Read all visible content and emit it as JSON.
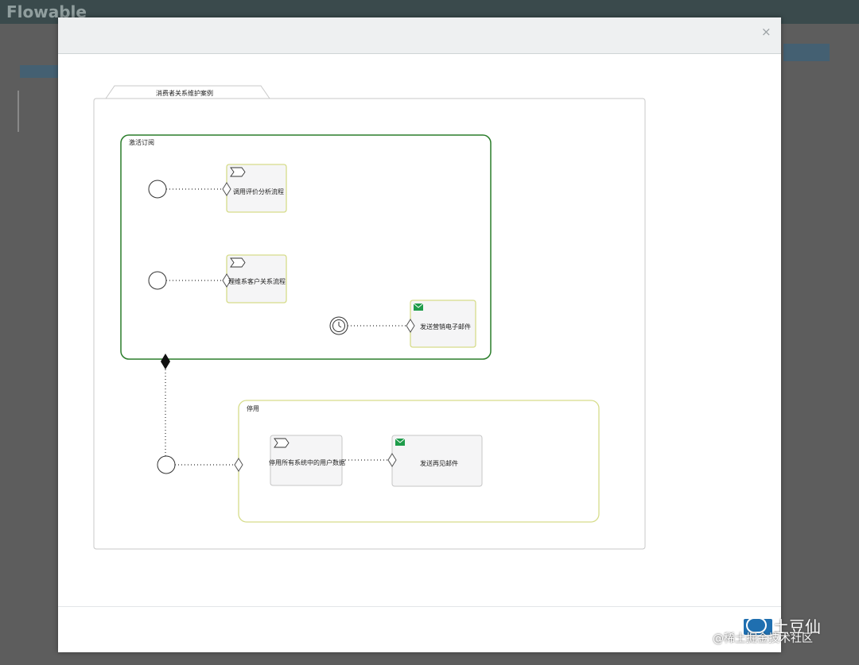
{
  "app": {
    "logo": "Flowable",
    "nav": [
      "",
      ""
    ],
    "user_menu": "",
    "left_title": "",
    "left_button": "",
    "right_button": ""
  },
  "modal": {
    "close_label": "×",
    "footer_button": ""
  },
  "diagram": {
    "case_plan_model": "消费者关系维护案例",
    "stages": [
      {
        "id": "stage-activate",
        "label": "激活订阅",
        "color": "#2a7d2a"
      },
      {
        "id": "stage-deactivate",
        "label": "停用",
        "color": "#d6dc8a"
      }
    ],
    "tasks": [
      {
        "id": "task-eval",
        "label": "调用评价分析流程",
        "type": "process-task"
      },
      {
        "id": "task-maintain",
        "label": "理维系客户关系流程",
        "type": "process-task"
      },
      {
        "id": "task-mail-marketing",
        "label": "发送营销电子邮件",
        "type": "mail-task"
      },
      {
        "id": "task-disable-data",
        "label": "停用所有系统中的用户数据",
        "type": "process-task"
      },
      {
        "id": "task-mail-goodbye",
        "label": "发送再见邮件",
        "type": "mail-task"
      }
    ],
    "colors": {
      "task_active_border": "#d6dc8a",
      "task_default_border": "#c6c6c6",
      "task_fill": "#f5f5f6",
      "mail_icon": "#1e9c4a"
    }
  },
  "watermark": {
    "main": "土豆仙",
    "sub": "@稀土掘金技术社区"
  }
}
